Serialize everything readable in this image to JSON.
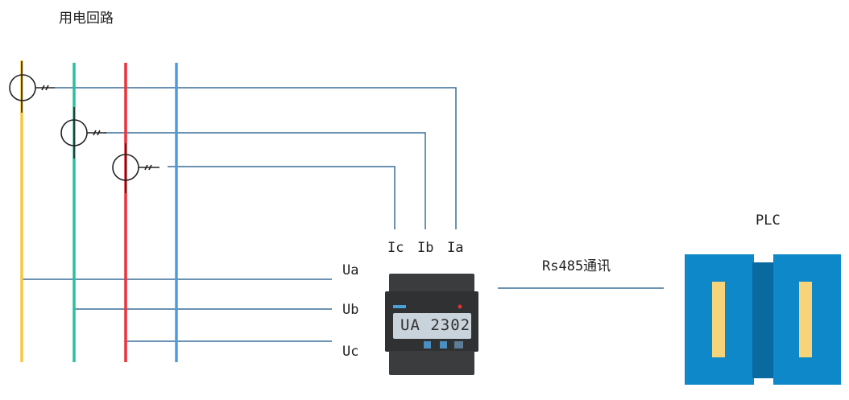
{
  "title": "用电回路",
  "current_labels": [
    "Ic",
    "Ib",
    "Ia"
  ],
  "voltage_labels": [
    "Ua",
    "Ub",
    "Uc"
  ],
  "comm_label": "Rs485通讯",
  "plc_label": "PLC",
  "meter_display": "UA 2302",
  "colors": {
    "phase_a": "#f5c842",
    "phase_b": "#2bbfa0",
    "phase_c": "#e8343a",
    "neutral": "#4a9ee0",
    "wire": "#3a6f9a",
    "plc": "#0e88c8",
    "plc_dark": "#0a6aa0",
    "plc_bar": "#f7d37a"
  }
}
